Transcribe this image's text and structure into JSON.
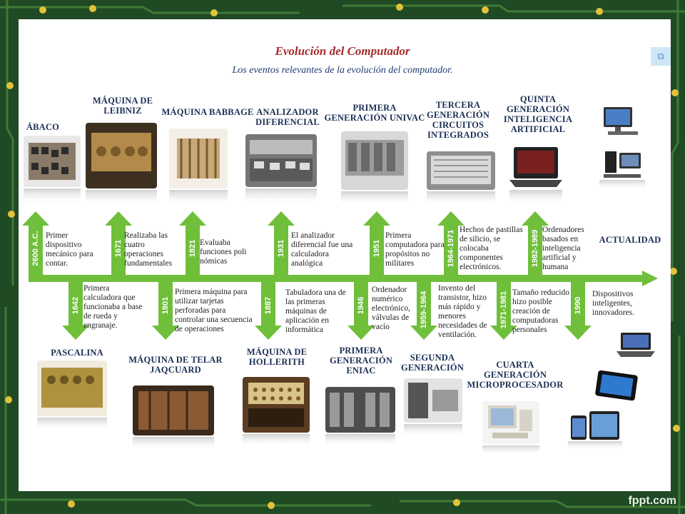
{
  "header": {
    "title": "Evolución del Computador",
    "subtitle": "Los eventos relevantes de la evolución del computador."
  },
  "events_top": [
    {
      "year": "2600 A.C.",
      "label": "ÁBACO",
      "desc": "Primer dispositivo mecánico para contar."
    },
    {
      "year": "1671",
      "label": "MÁQUINA DE LEIBNIZ",
      "desc": "Realizaba las cuatro operaciones fundamentales"
    },
    {
      "year": "1821",
      "label": "MÁQUINA BABBAGE",
      "desc": "Evaluaba funciones poli nómicas"
    },
    {
      "year": "1931",
      "label": "ANALIZADOR DIFERENCIAL",
      "desc": "El analizador diferencial fue una calculadora analógica"
    },
    {
      "year": "1951",
      "label": "PRIMERA GENERACIÓN UNIVAC",
      "desc": "Primera computadora para propósitos no militares"
    },
    {
      "year": "1964-1971",
      "label": "TERCERA GENERACIÓN CIRCUITOS INTEGRADOS",
      "desc": "Hechos de pastillas de silicio, se colocaba componentes electrónicos."
    },
    {
      "year": "1982-1989",
      "label": "QUINTA GENERACIÓN INTELIGENCIA ARTIFICIAL",
      "desc": "Ordenadores basados en inteligencia artificial y humana"
    }
  ],
  "events_bottom": [
    {
      "year": "1642",
      "label": "PASCALINA",
      "desc": "Primera calculadora que funcionaba a base de rueda y engranaje."
    },
    {
      "year": "1801",
      "label": "MÁQUINA DE TELAR JAQCUARD",
      "desc": "Primera máquina para utilizar tarjetas perforadas para controlar una secuencia de operaciones"
    },
    {
      "year": "1887",
      "label": "MÁQUINA DE HOLLERITH",
      "desc": "Tabuladora una de las primeras máquinas de aplicación en informática"
    },
    {
      "year": "1946",
      "label": "PRIMERA GENERACIÓN ENIAC",
      "desc": "Ordenador numérico electrónico, válvulas de vacío"
    },
    {
      "year": "1959-1964",
      "label": "SEGUNDA GENERACIÓN",
      "desc": "Invento del transistor, hizo más rápido y menores necesidades de ventilación."
    },
    {
      "year": "1971-1981",
      "label": "CUARTA GENERACIÓN MICROPROCESADOR",
      "desc": "Tamaño reducido hizo posible creación de computadoras personales"
    },
    {
      "year": "1990",
      "label": "",
      "desc": "Dispositivos inteligentes, innovadores."
    }
  ],
  "actualidad": "ACTUALIDAD",
  "brand": "fppt.com",
  "colors": {
    "arrow": "#6fbf3a",
    "label": "#1b2f55",
    "title": "#a52a2a",
    "subtitle": "#1d3a70",
    "bg": "#1f4a24"
  }
}
